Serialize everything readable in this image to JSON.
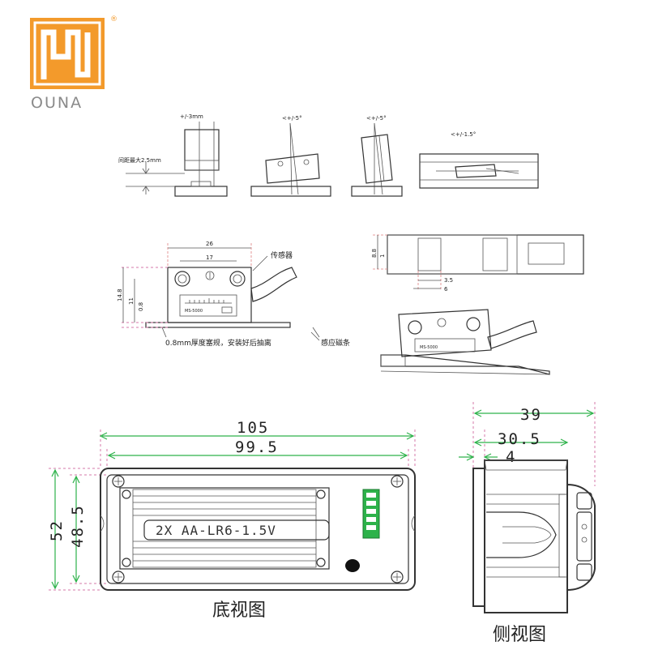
{
  "brand": {
    "name": "OUNA",
    "registered_mark": "®",
    "logo_color": "#f39a2b"
  },
  "tolerance_views": {
    "gap_label": "间距最大2.5mm",
    "offset_label": "+/-3mm",
    "tilt1_label": "<+/-5°",
    "tilt2_label": "<+/-5°",
    "tilt3_label": "<+/-1.5°"
  },
  "install_view": {
    "dim_26": "26",
    "dim_17": "17",
    "dim_14_8": "14.8",
    "dim_11": "11",
    "dim_0_8": "0.8",
    "sensor_label": "传感器",
    "shim_label": "0.8mm厚度塞规，安装好后抽离",
    "strip_label": "感应磁条",
    "model_text": "MS-5000"
  },
  "side_small": {
    "dim_8_8": "8.8",
    "dim_1": "1",
    "dim_3_5": "3.5",
    "dim_6": "6",
    "model_text": "MS-5000"
  },
  "bottom_view": {
    "dim_105": "105",
    "dim_99_5": "99.5",
    "dim_52": "52",
    "dim_48_5": "48.5",
    "battery_label": "2X AA-LR6-1.5V",
    "caption": "底视图"
  },
  "side_view": {
    "dim_39": "39",
    "dim_30_5": "30.5",
    "dim_4": "4",
    "caption": "侧视图"
  }
}
